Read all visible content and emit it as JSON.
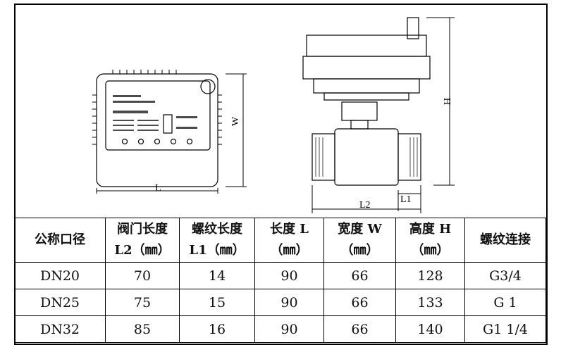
{
  "drawing": {
    "labels": {
      "L": "L",
      "W": "W",
      "H": "H",
      "L2": "L2",
      "L1": "L1"
    }
  },
  "table": {
    "headers": [
      {
        "line1": "公称口径",
        "line2": ""
      },
      {
        "line1": "阀门长度",
        "line2": "L2（㎜）"
      },
      {
        "line1": "螺纹长度",
        "line2": "L1（㎜）"
      },
      {
        "line1": "长度 L",
        "line2": "（㎜）"
      },
      {
        "line1": "宽度 W",
        "line2": "（㎜）"
      },
      {
        "line1": "高度 H",
        "line2": "（㎜）"
      },
      {
        "line1": "螺纹连接",
        "line2": ""
      }
    ],
    "rows": [
      [
        "DN20",
        "70",
        "14",
        "90",
        "66",
        "128",
        "G3/4"
      ],
      [
        "DN25",
        "75",
        "15",
        "90",
        "66",
        "133",
        "G 1"
      ],
      [
        "DN32",
        "85",
        "16",
        "90",
        "66",
        "140",
        "G1 1/4"
      ]
    ]
  }
}
